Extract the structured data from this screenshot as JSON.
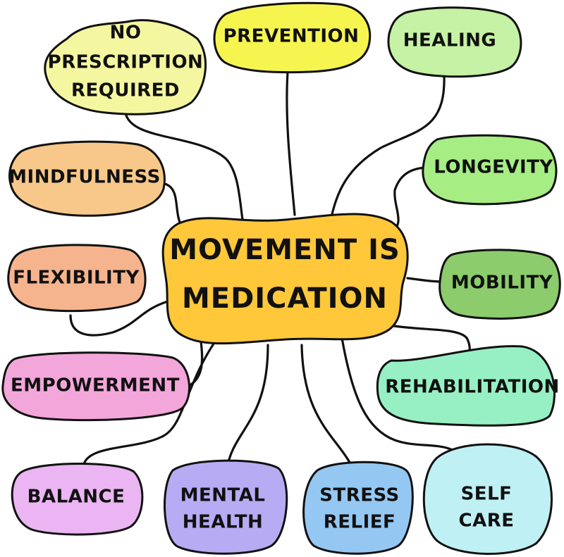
{
  "center": {
    "line1": "MOVEMENT IS",
    "line2": "MEDICATION",
    "color": "#FFC83A"
  },
  "nodes": {
    "no_prescription": {
      "lines": [
        "NO",
        "PRESCRIPTION",
        "REQUIRED"
      ],
      "color": "#F4F7A0"
    },
    "prevention": {
      "lines": [
        "PREVENTION"
      ],
      "color": "#F6F550"
    },
    "healing": {
      "lines": [
        "HEALING"
      ],
      "color": "#C5F2A4"
    },
    "mindfulness": {
      "lines": [
        "MINDFULNESS"
      ],
      "color": "#F7C889"
    },
    "longevity": {
      "lines": [
        "LONGEVITY"
      ],
      "color": "#A6EE84"
    },
    "flexibility": {
      "lines": [
        "FLEXIBILITY"
      ],
      "color": "#F6B48E"
    },
    "mobility": {
      "lines": [
        "MOBILITY"
      ],
      "color": "#8CCC6C"
    },
    "empowerment": {
      "lines": [
        "EMPOWERMENT"
      ],
      "color": "#F3A6D9"
    },
    "rehabilitation": {
      "lines": [
        "REHABILITATION"
      ],
      "color": "#97F0C3"
    },
    "balance": {
      "lines": [
        "BALANCE"
      ],
      "color": "#EAB5F2"
    },
    "mental_health": {
      "lines": [
        "MENTAL",
        "HEALTH"
      ],
      "color": "#B7ABF3"
    },
    "stress_relief": {
      "lines": [
        "STRESS",
        "RELIEF"
      ],
      "color": "#95C7F3"
    },
    "self_care": {
      "lines": [
        "SELF",
        "CARE"
      ],
      "color": "#BFF0F3"
    }
  }
}
